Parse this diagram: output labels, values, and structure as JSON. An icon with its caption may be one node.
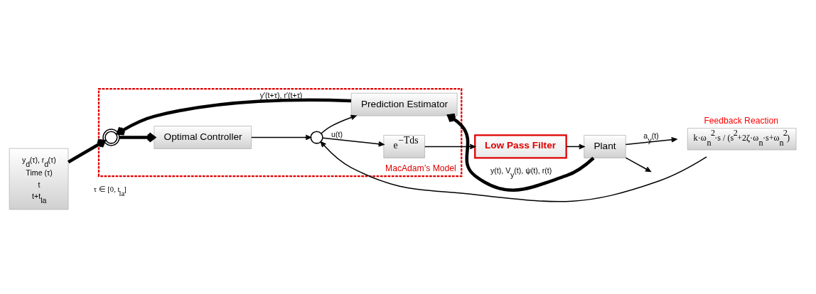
{
  "diagram": {
    "nodes": [
      {
        "text": [
          "MacAdam’s Model"
        ]
      },
      {
        "text": [
          "y$_{d}$(τ), r$_{d}$(τ)",
          "Time (τ)",
          "t",
          "t+t$_{la}$"
        ]
      },
      {
        "text": [],
        "shape": "circle",
        "in": 0
      },
      {
        "text": [
          "Optimal Controller"
        ],
        "in": 0
      },
      {
        "text": [],
        "shape": "circle",
        "in": 0
      },
      {
        "text": [
          "e$^{−Tds}$"
        ],
        "in": 0
      },
      {
        "text": [
          "Prediction Estimator"
        ],
        "in": 0
      },
      {
        "text": [
          "Low Pass Filter"
        ]
      },
      {
        "text": [
          "Plant"
        ]
      },
      {
        "text": [
          "Feedback Reaction",
          "k·ω$_{n}$$^{2}$·s / (s$^{2}$+2ζ·ω$_{n}$·s+ω$_{n}$$^{2}$)"
        ]
      }
    ],
    "edges": [
      {
        "from": 1,
        "to": 2,
        "arrow": "to",
        "style": "thick"
      },
      {
        "from": 2,
        "to": 3,
        "arrow": "to",
        "style": "thick"
      },
      {
        "from": 3,
        "to": 4,
        "arrow": "to"
      },
      {
        "from": 4,
        "to": 5,
        "arrow": "to",
        "label": "u(t)"
      },
      {
        "from": 5,
        "to": 7,
        "arrow": "to"
      },
      {
        "from": 7,
        "to": 8,
        "arrow": "to"
      },
      {
        "from": 8,
        "to": null,
        "arrow": "to"
      },
      {
        "from": 8,
        "to": 9,
        "arrow": "to",
        "label": "a$_{y}$(t)"
      },
      {
        "from": 9,
        "to": 4,
        "arrow": "to"
      },
      {
        "from": 4,
        "to": 6,
        "arrow": "to"
      },
      {
        "from": 8,
        "to": 6,
        "arrow": "to",
        "style": "thick",
        "label": "y(t), V$_{y}$(t), ψ(t), r(t)"
      },
      {
        "from": 6,
        "to": 2,
        "arrow": "to",
        "style": "thick",
        "label": "y′(t+τ), r′(t+τ)"
      }
    ],
    "labels": [
      "τ ∈ [0, t$_{la}$]"
    ]
  }
}
